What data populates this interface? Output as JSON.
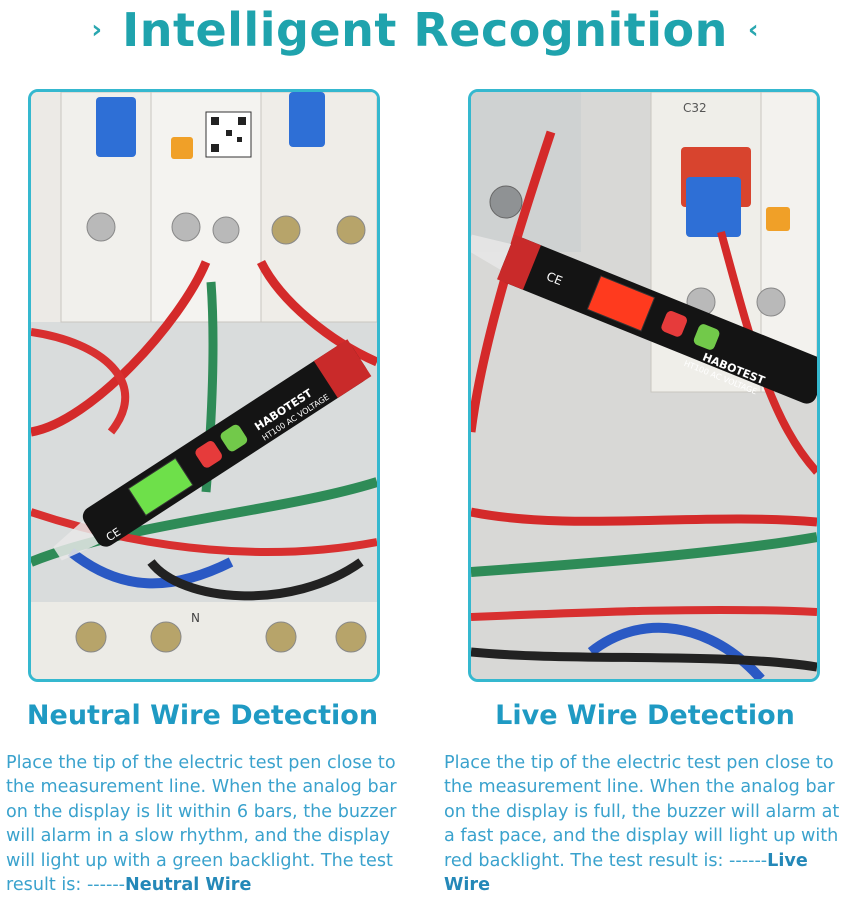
{
  "headline": {
    "left_chevron": "›",
    "title": "Intelligent Recognition",
    "right_chevron": "‹"
  },
  "panels": [
    {
      "heading": "Neutral Wire Detection",
      "description": "Place the tip of the electric test pen close to the measurement line. When the analog bar on the display is lit within 6 bars, the buzzer will alarm in a slow rhythm, and the display will light up with a green backlight. The test result is: ------",
      "result": "Neutral Wire",
      "photo": {
        "brand": "HABOTEST",
        "model": "HT100 AC VOLTAGE",
        "cert": "CE",
        "terminal_label": "N",
        "display_color": "#6ee04a",
        "backlight": "green"
      }
    },
    {
      "heading": "Live Wire Detection",
      "description": "Place the tip of the electric test pen close to the measurement line. When the analog bar on the display is full, the buzzer will alarm at a fast pace, and the display will light up with red backlight. The test result is: ------",
      "result": "Live Wire",
      "photo": {
        "brand": "HABOTEST",
        "model": "HT100 AC VOLTAGE",
        "cert": "CE",
        "breaker_label": "C32",
        "display_color": "#ff3a1e",
        "backlight": "red"
      }
    }
  ],
  "colors": {
    "accent": "#1fa3ad",
    "heading": "#1f9ac3",
    "body_text": "#3aa2cd",
    "frame": "#35b8cf"
  }
}
